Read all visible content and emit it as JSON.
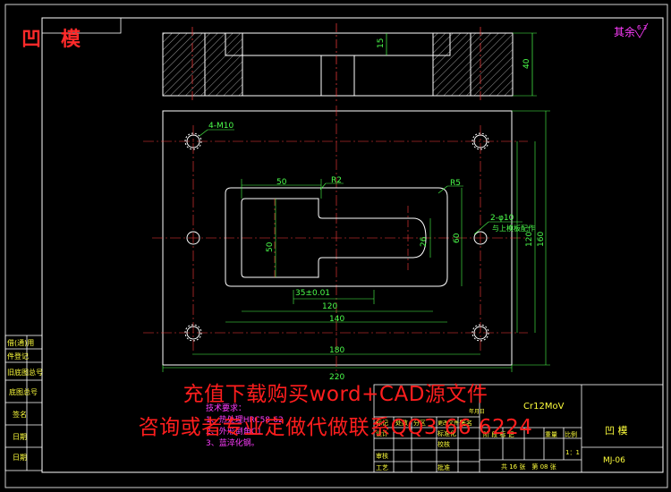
{
  "title": "凹　模",
  "roughness_note": "其余",
  "roughness_value": "6.3",
  "dims": {
    "d15": "15",
    "d40": "40",
    "d50": "50",
    "r2": "R2",
    "r5": "R5",
    "d26": "26",
    "d50v": "50",
    "d60": "60",
    "d120v": "120",
    "d160": "160",
    "d35": "35±0.01",
    "d120": "120",
    "d140": "140",
    "d180": "180",
    "d220": "220",
    "holes_m10": "4-M10",
    "pins": "2-φ10",
    "pins_note": "与上模板配作"
  },
  "tech": {
    "heading": "技术要求：",
    "item1": "1、热处理HRC58-62",
    "item2": "2、外形倒角C1",
    "item3": "3、蓝淬化钢。"
  },
  "left_column": [
    "借(通)用",
    "件登记",
    "旧底图总号",
    "底图总号",
    "签名",
    "日期",
    "日期"
  ],
  "title_block": {
    "material": "Cr12MoV",
    "part_name": "凹 模",
    "drawing_no": "MJ-06",
    "scale_label": "比例",
    "scale_value": "1：1",
    "cols": [
      "标记",
      "处数",
      "分区",
      "更改文件号",
      "签名",
      "年月日"
    ],
    "stage": "阶 段 标 记",
    "weight": "重量",
    "designer": "设计",
    "std": "标准化",
    "review": "审核",
    "process": "工艺",
    "check": "校核",
    "approve": "批准",
    "sheet": "共 16 张　第 08 张"
  },
  "watermark": {
    "line1": "充值下载购买word+CAD源文件",
    "line2": "咨询或者专业定做代做联系QQ3 66 6224"
  }
}
